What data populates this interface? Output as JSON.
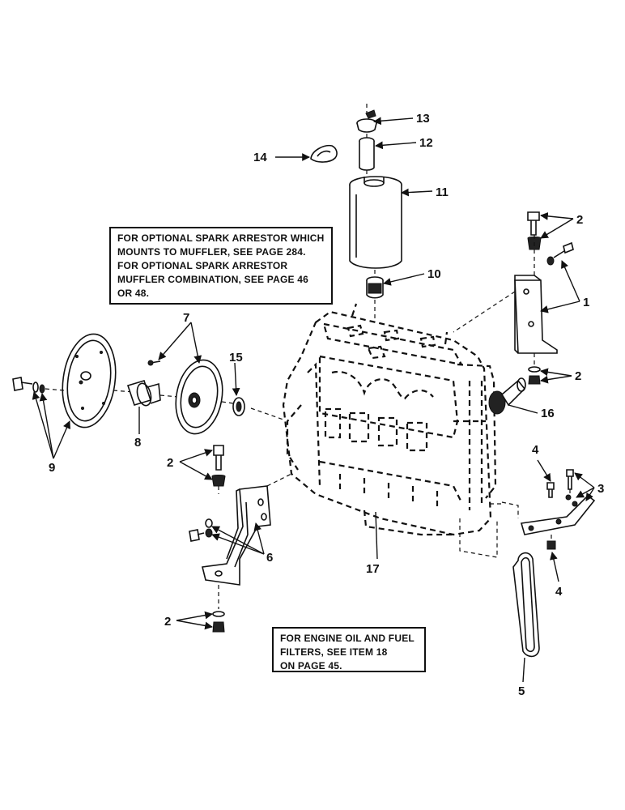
{
  "notes": {
    "spark_arrestor": [
      "FOR OPTIONAL SPARK ARRESTOR WHICH",
      "MOUNTS TO MUFFLER, SEE PAGE  284.",
      "FOR OPTIONAL SPARK ARRESTOR",
      "MUFFLER COMBINATION, SEE PAGE  46",
      "OR 48."
    ],
    "filters": [
      "FOR ENGINE OIL AND FUEL",
      "FILTERS, SEE ITEM 18",
      "ON PAGE 45."
    ]
  },
  "callouts": {
    "c1": "1",
    "c2": "2",
    "c3": "3",
    "c4": "4",
    "c5": "5",
    "c6": "6",
    "c7": "7",
    "c8": "8",
    "c9": "9",
    "c10": "10",
    "c11": "11",
    "c12": "12",
    "c13": "13",
    "c14": "14",
    "c15": "15",
    "c16": "16",
    "c17": "17"
  }
}
